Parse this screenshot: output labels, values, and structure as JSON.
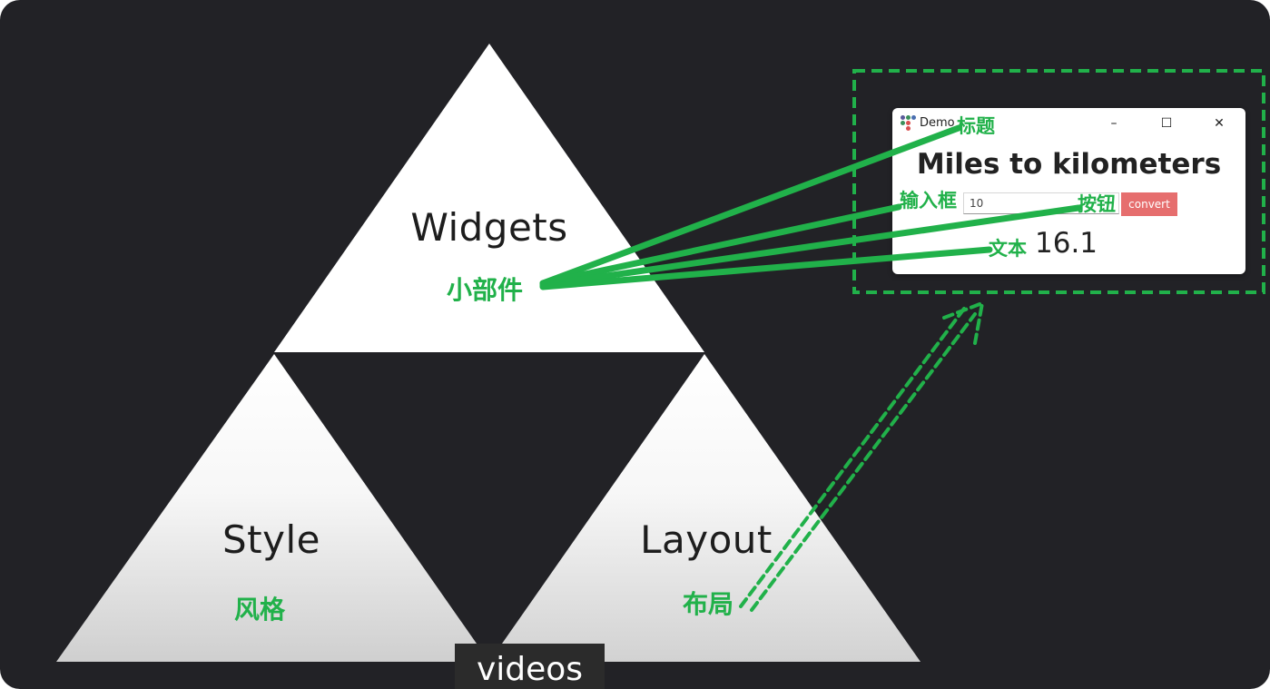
{
  "triangles": {
    "widgets": {
      "title": "Widgets",
      "subtitle": "小部件"
    },
    "style": {
      "title": "Style",
      "subtitle": "风格"
    },
    "layout": {
      "title": "Layout",
      "subtitle": "布局"
    }
  },
  "demo_window": {
    "title": "Demo",
    "minimize_glyph": "–",
    "maximize_glyph": "☐",
    "close_glyph": "✕",
    "heading": "Miles to kilometers",
    "input_value": "10",
    "button_label": "convert",
    "result": "16.1"
  },
  "annotations": {
    "title": "标题",
    "input": "输入框",
    "button": "按钮",
    "text": "文本"
  },
  "caption": "videos",
  "colors": {
    "background": "#222226",
    "annotation_green": "#21b14a",
    "convert_button": "#e66e6e"
  }
}
